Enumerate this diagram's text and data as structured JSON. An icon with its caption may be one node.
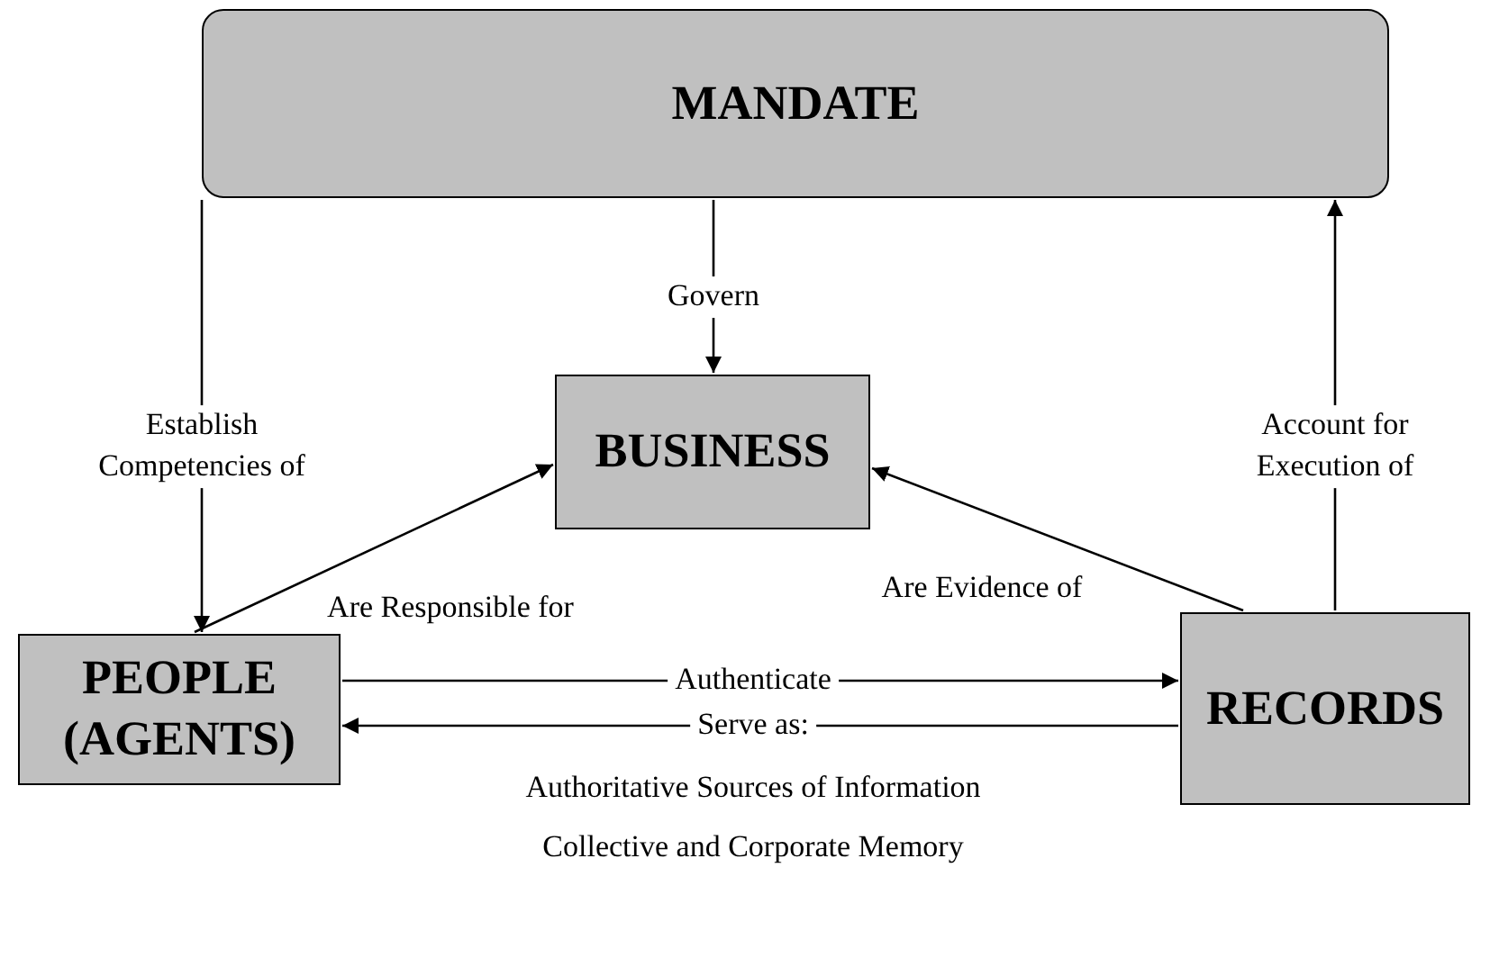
{
  "diagram": {
    "nodes": [
      {
        "text": [
          "MANDATE"
        ]
      },
      {
        "text": [
          "BUSINESS"
        ]
      },
      {
        "text": [
          "PEOPLE (AGENTS)"
        ]
      },
      {
        "text": [
          "RECORDS"
        ]
      }
    ],
    "edges": [
      {
        "from": 0,
        "to": 1,
        "arrow": "to",
        "label": "Govern"
      },
      {
        "from": 0,
        "to": 2,
        "arrow": "to",
        "label": "Establish Competencies of"
      },
      {
        "from": 2,
        "to": 1,
        "arrow": "to",
        "label": "Are Responsible for"
      },
      {
        "from": 3,
        "to": 1,
        "arrow": "to",
        "label": "Are Evidence of"
      },
      {
        "from": 3,
        "to": 0,
        "arrow": "to",
        "label": "Account for Execution of"
      },
      {
        "from": 2,
        "to": 3,
        "arrow": "to",
        "label": "Authenticate"
      },
      {
        "from": 3,
        "to": 2,
        "arrow": "to",
        "label": "Serve as:"
      }
    ],
    "labels": [
      "Authoritative Sources of Information",
      "Collective and Corporate Memory"
    ]
  }
}
